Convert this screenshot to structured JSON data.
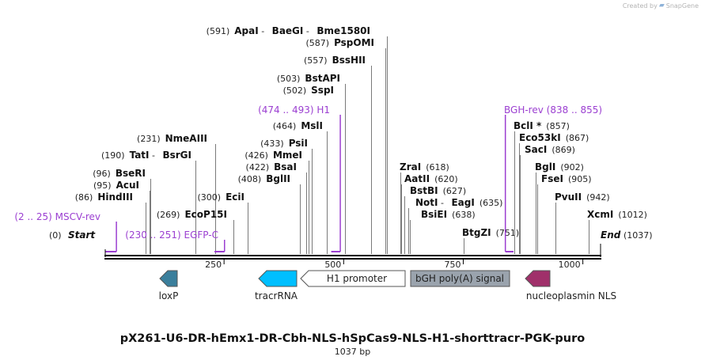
{
  "credit": {
    "prefix": "Created by",
    "brand": "SnapGene",
    "logo_icon": "snapgene-logo-icon"
  },
  "map": {
    "title": "pX261-U6-DR-hEmx1-DR-Cbh-NLS-hSpCas9-NLS-H1-shorttracr-PGK-puro",
    "length_label": "1037 bp",
    "length_bp": 1037,
    "ticks": [
      {
        "pos": 250,
        "label": "250"
      },
      {
        "pos": 500,
        "label": "500"
      },
      {
        "pos": 750,
        "label": "750"
      },
      {
        "pos": 1000,
        "label": "1000"
      }
    ],
    "start": {
      "pos_label": "(0)",
      "name": "Start"
    },
    "end": {
      "name": "End",
      "pos_label": "(1037)"
    },
    "colors": {
      "primer": "#9b3fd1",
      "loxP": "#3b7f9c",
      "tracrRNA": "#00bfff",
      "H1": "#ffffff",
      "bGH": "#9aa3ad",
      "NLS": "#a0306a"
    }
  },
  "enzymes": [
    {
      "pos": 591,
      "parts": [
        {
          "t": "(591)",
          "k": "pos"
        },
        {
          "t": "ApaI",
          "k": "enz"
        },
        {
          "t": " - ",
          "k": "pos"
        },
        {
          "t": "BaeGI",
          "k": "enz"
        },
        {
          "t": " - ",
          "k": "pos"
        },
        {
          "t": "Bme1580I",
          "k": "enz"
        }
      ]
    },
    {
      "pos": 587,
      "parts": [
        {
          "t": "(587)",
          "k": "pos"
        },
        {
          "t": "PspOMI",
          "k": "enz"
        }
      ]
    },
    {
      "pos": 557,
      "parts": [
        {
          "t": "(557)",
          "k": "pos"
        },
        {
          "t": "BssHII",
          "k": "enz"
        }
      ]
    },
    {
      "pos": 503,
      "parts": [
        {
          "t": "(503)",
          "k": "pos"
        },
        {
          "t": "BstAPI",
          "k": "enz"
        }
      ]
    },
    {
      "pos": 502,
      "parts": [
        {
          "t": "(502)",
          "k": "pos"
        },
        {
          "t": "SspI",
          "k": "enz"
        }
      ]
    },
    {
      "pos": 464,
      "parts": [
        {
          "t": "(464)",
          "k": "pos"
        },
        {
          "t": "MslI",
          "k": "enz"
        }
      ]
    },
    {
      "pos": 433,
      "parts": [
        {
          "t": "(433)",
          "k": "pos"
        },
        {
          "t": "PsiI",
          "k": "enz"
        }
      ]
    },
    {
      "pos": 426,
      "parts": [
        {
          "t": "(426)",
          "k": "pos"
        },
        {
          "t": "MmeI",
          "k": "enz"
        }
      ]
    },
    {
      "pos": 422,
      "parts": [
        {
          "t": "(422)",
          "k": "pos"
        },
        {
          "t": "BsaI",
          "k": "enz"
        }
      ]
    },
    {
      "pos": 408,
      "parts": [
        {
          "t": "(408)",
          "k": "pos"
        },
        {
          "t": "BglII",
          "k": "enz"
        }
      ]
    },
    {
      "pos": 231,
      "parts": [
        {
          "t": "(231)",
          "k": "pos"
        },
        {
          "t": "NmeAIII",
          "k": "enz"
        }
      ]
    },
    {
      "pos": 190,
      "parts": [
        {
          "t": "(190)",
          "k": "pos"
        },
        {
          "t": "TatI",
          "k": "enz"
        },
        {
          "t": " - ",
          "k": "pos"
        },
        {
          "t": "BsrGI",
          "k": "enz"
        }
      ]
    },
    {
      "pos": 96,
      "parts": [
        {
          "t": "(96)",
          "k": "pos"
        },
        {
          "t": "BseRI",
          "k": "enz"
        }
      ]
    },
    {
      "pos": 95,
      "parts": [
        {
          "t": "(95)",
          "k": "pos"
        },
        {
          "t": "AcuI",
          "k": "enz"
        }
      ]
    },
    {
      "pos": 86,
      "parts": [
        {
          "t": "(86)",
          "k": "pos"
        },
        {
          "t": "HindIII",
          "k": "enz"
        }
      ]
    },
    {
      "pos": 300,
      "parts": [
        {
          "t": "(300)",
          "k": "pos"
        },
        {
          "t": "EciI",
          "k": "enz"
        }
      ]
    },
    {
      "pos": 269,
      "parts": [
        {
          "t": "(269)",
          "k": "pos"
        },
        {
          "t": "EcoP15I",
          "k": "enz"
        }
      ]
    },
    {
      "pos": 618,
      "parts": [
        {
          "t": "ZraI",
          "k": "enz"
        },
        {
          "t": "(618)",
          "k": "pos"
        }
      ]
    },
    {
      "pos": 620,
      "parts": [
        {
          "t": "AatII",
          "k": "enz"
        },
        {
          "t": "(620)",
          "k": "pos"
        }
      ]
    },
    {
      "pos": 627,
      "parts": [
        {
          "t": "BstBI",
          "k": "enz"
        },
        {
          "t": "(627)",
          "k": "pos"
        }
      ]
    },
    {
      "pos": 635,
      "parts": [
        {
          "t": "NotI",
          "k": "enz"
        },
        {
          "t": " - ",
          "k": "pos"
        },
        {
          "t": "EagI",
          "k": "enz"
        },
        {
          "t": "(635)",
          "k": "pos"
        }
      ]
    },
    {
      "pos": 638,
      "parts": [
        {
          "t": "BsiEI",
          "k": "enz"
        },
        {
          "t": "(638)",
          "k": "pos"
        }
      ]
    },
    {
      "pos": 751,
      "parts": [
        {
          "t": "BtgZI",
          "k": "enz"
        },
        {
          "t": "(751)",
          "k": "pos"
        }
      ]
    },
    {
      "pos": 857,
      "parts": [
        {
          "t": "BclI *",
          "k": "enz"
        },
        {
          "t": "(857)",
          "k": "pos"
        }
      ]
    },
    {
      "pos": 867,
      "parts": [
        {
          "t": "Eco53kI",
          "k": "enz"
        },
        {
          "t": "(867)",
          "k": "pos"
        }
      ]
    },
    {
      "pos": 869,
      "parts": [
        {
          "t": "SacI",
          "k": "enz"
        },
        {
          "t": "(869)",
          "k": "pos"
        }
      ]
    },
    {
      "pos": 902,
      "parts": [
        {
          "t": "BglI",
          "k": "enz"
        },
        {
          "t": "(902)",
          "k": "pos"
        }
      ]
    },
    {
      "pos": 905,
      "parts": [
        {
          "t": "FseI",
          "k": "enz"
        },
        {
          "t": "(905)",
          "k": "pos"
        }
      ]
    },
    {
      "pos": 942,
      "parts": [
        {
          "t": "PvuII",
          "k": "enz"
        },
        {
          "t": "(942)",
          "k": "pos"
        }
      ]
    },
    {
      "pos": 1012,
      "parts": [
        {
          "t": "XcmI",
          "k": "enz"
        },
        {
          "t": "(1012)",
          "k": "pos"
        }
      ]
    }
  ],
  "primers": [
    {
      "label": "(474 .. 493)  H1",
      "start": 474,
      "end": 493
    },
    {
      "label": "BGH-rev   (838 .. 855)",
      "start": 838,
      "end": 855
    },
    {
      "label": "(2 .. 25)  MSCV-rev",
      "start": 2,
      "end": 25
    },
    {
      "label": "(230 .. 251)  EGFP-C",
      "start": 230,
      "end": 251
    }
  ],
  "features": [
    {
      "name": "loxP",
      "start": 118,
      "end": 151,
      "dir": "left",
      "type": "arrow"
    },
    {
      "name": "tracrRNA",
      "start": 330,
      "end": 410,
      "dir": "left",
      "type": "arrow"
    },
    {
      "name": "H1 promoter",
      "start": 410,
      "end": 630,
      "dir": "left",
      "type": "box"
    },
    {
      "name": "bGH poly(A) signal",
      "start": 635,
      "end": 862,
      "dir": "none",
      "type": "box"
    },
    {
      "name": "nucleoplasmin NLS",
      "start": 878,
      "end": 927,
      "dir": "left",
      "type": "arrow"
    }
  ]
}
